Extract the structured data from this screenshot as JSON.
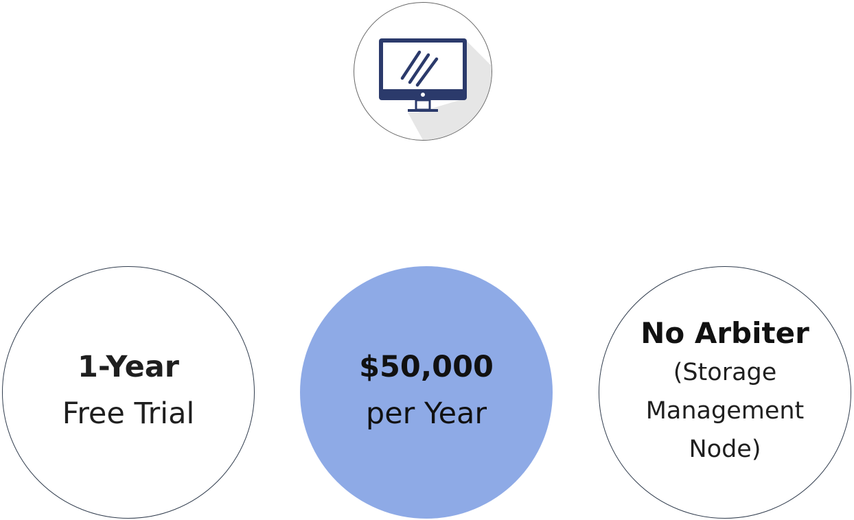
{
  "colors": {
    "monitor": "#2b3a6b",
    "shadow": "#e6e6e6",
    "price_fill": "#8eaae6",
    "outline": "#2f3b4c"
  },
  "icon": {
    "name": "monitor-icon"
  },
  "trial": {
    "title": "1-Year",
    "subtitle": "Free Trial"
  },
  "price": {
    "amount": "$50,000",
    "period": "per Year"
  },
  "arbiter": {
    "title": "No Arbiter",
    "lines": [
      "(Storage",
      "Management",
      "Node)"
    ]
  }
}
